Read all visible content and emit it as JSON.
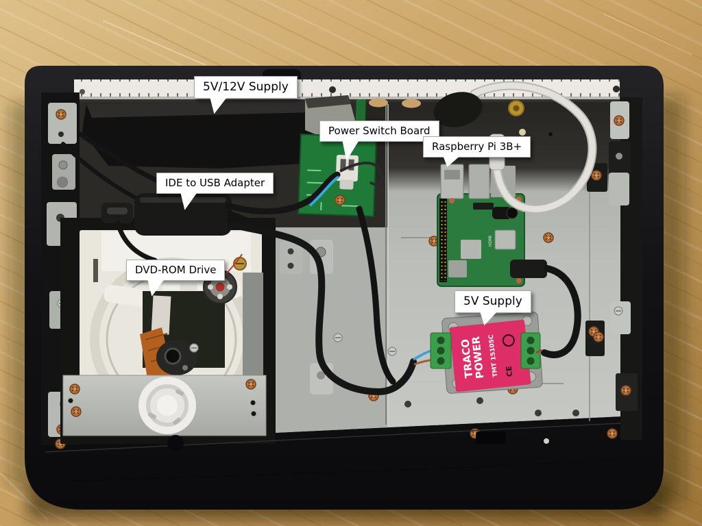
{
  "annotations": [
    {
      "id": "psu-5v12v",
      "text": "5V/12V Supply"
    },
    {
      "id": "power-switch-board",
      "text": "Power Switch Board"
    },
    {
      "id": "raspberry-pi",
      "text": "Raspberry Pi 3B+"
    },
    {
      "id": "ide-usb-adapter",
      "text": "IDE to USB Adapter"
    },
    {
      "id": "dvd-rom-drive",
      "text": "DVD-ROM Drive"
    },
    {
      "id": "psu-5v",
      "text": "5V Supply"
    }
  ],
  "component_labels": {
    "traco_brand_top": "TRACO",
    "traco_brand_bottom": "POWER",
    "traco_model": "TMT 15105C",
    "traco_cert": "CE",
    "pi_port": "HDMI"
  },
  "colors": {
    "wood": "#c9a265",
    "case_black": "#141416",
    "chassis_gray": "#b2b4b0",
    "ruler_strip": "#ece9e4",
    "pcb_green": "#1f7a38",
    "terminal_green": "#3c9e4a",
    "traco_pink": "#dd2e67",
    "copper_screw": "#b5713c",
    "cable_black": "#161616",
    "cable_white": "#e3e1db",
    "label_bg": "#ffffff",
    "label_border": "#a9a9a9",
    "label_text": "#000000"
  }
}
